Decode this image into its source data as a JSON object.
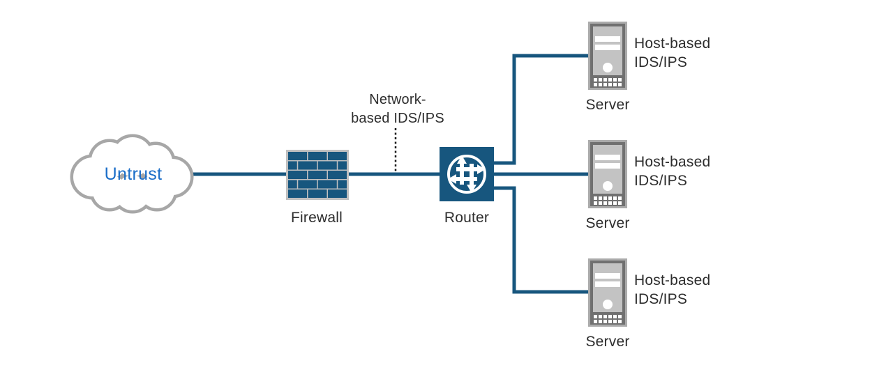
{
  "diagram": {
    "type": "network-topology",
    "nodes": {
      "untrust": {
        "label": "Untrust",
        "icon": "cloud-icon"
      },
      "firewall": {
        "label": "Firewall",
        "icon": "brick-wall-icon"
      },
      "router": {
        "label": "Router",
        "icon": "crossed-arrows-router-icon"
      }
    },
    "annotations": {
      "network_ids": {
        "line1": "Network-",
        "line2": "based IDS/IPS"
      }
    },
    "servers": [
      {
        "label": "Server",
        "icon": "server-tower-icon",
        "annotation": {
          "line1": "Host-based",
          "line2": "IDS/IPS"
        }
      },
      {
        "label": "Server",
        "icon": "server-tower-icon",
        "annotation": {
          "line1": "Host-based",
          "line2": "IDS/IPS"
        }
      },
      {
        "label": "Server",
        "icon": "server-tower-icon",
        "annotation": {
          "line1": "Host-based",
          "line2": "IDS/IPS"
        }
      }
    ],
    "connections": [
      "untrust - firewall - router (main link)",
      "router - server1 (elbow up)",
      "router - server2 (straight)",
      "router - server3 (elbow down)"
    ],
    "colors": {
      "line_blue": "#17567E",
      "untrust_text_blue": "#1B6EC8",
      "cloud_outline_gray": "#A7A7A7",
      "label_text": "#2D2D2D",
      "firewall_mortar_gray": "#C0C0C0",
      "server_outer_gray": "#ABABAB",
      "server_frame_gray": "#707070",
      "server_body_gray": "#C3C3C3",
      "dotted_line": "#1A1A1A"
    }
  }
}
